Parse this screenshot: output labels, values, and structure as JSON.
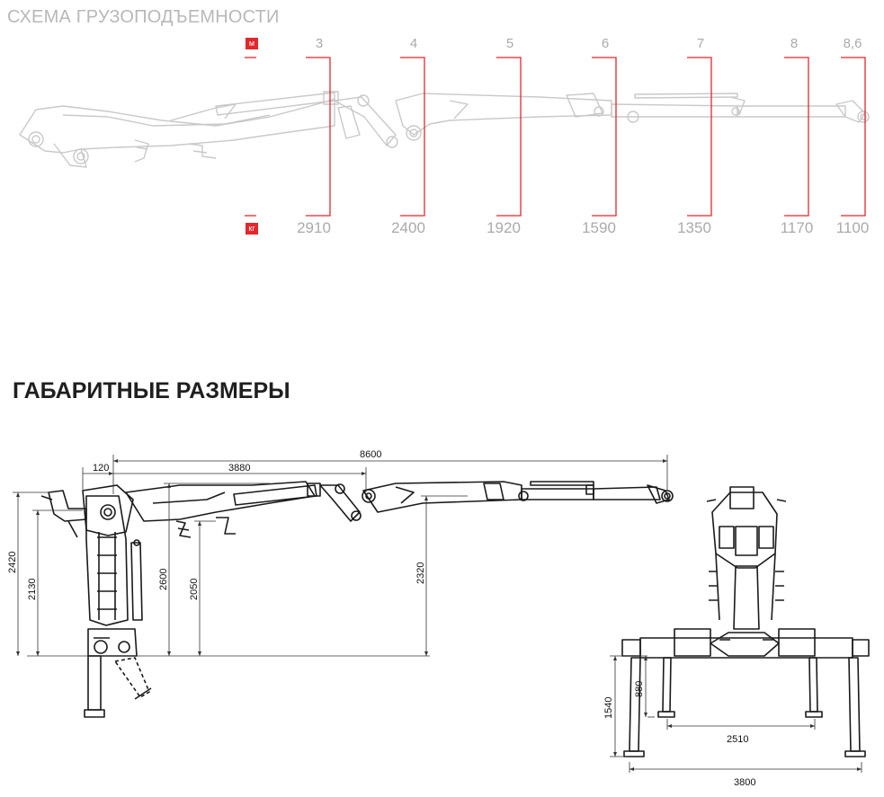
{
  "load_chart": {
    "title": "СХЕМА ГРУЗОПОДЪЕМНОСТИ",
    "unit_reach": "м",
    "unit_capacity": "кг",
    "accent_color": "#e5262b",
    "points": [
      {
        "reach": "3",
        "capacity": "2910"
      },
      {
        "reach": "4",
        "capacity": "2400"
      },
      {
        "reach": "5",
        "capacity": "1920"
      },
      {
        "reach": "6",
        "capacity": "1590"
      },
      {
        "reach": "7",
        "capacity": "1350"
      },
      {
        "reach": "8",
        "capacity": "1170"
      },
      {
        "reach": "8,6",
        "capacity": "1100"
      }
    ]
  },
  "dimensions": {
    "title": "ГАБАРИТНЫЕ РАЗМЕРЫ",
    "side": {
      "d120": "120",
      "d3880": "3880",
      "d8600": "8600",
      "d2420": "2420",
      "d2130": "2130",
      "d2600": "2600",
      "d2050": "2050",
      "d2320": "2320"
    },
    "front": {
      "d880": "880",
      "d1540": "1540",
      "d2510": "2510",
      "d3800": "3800"
    }
  }
}
